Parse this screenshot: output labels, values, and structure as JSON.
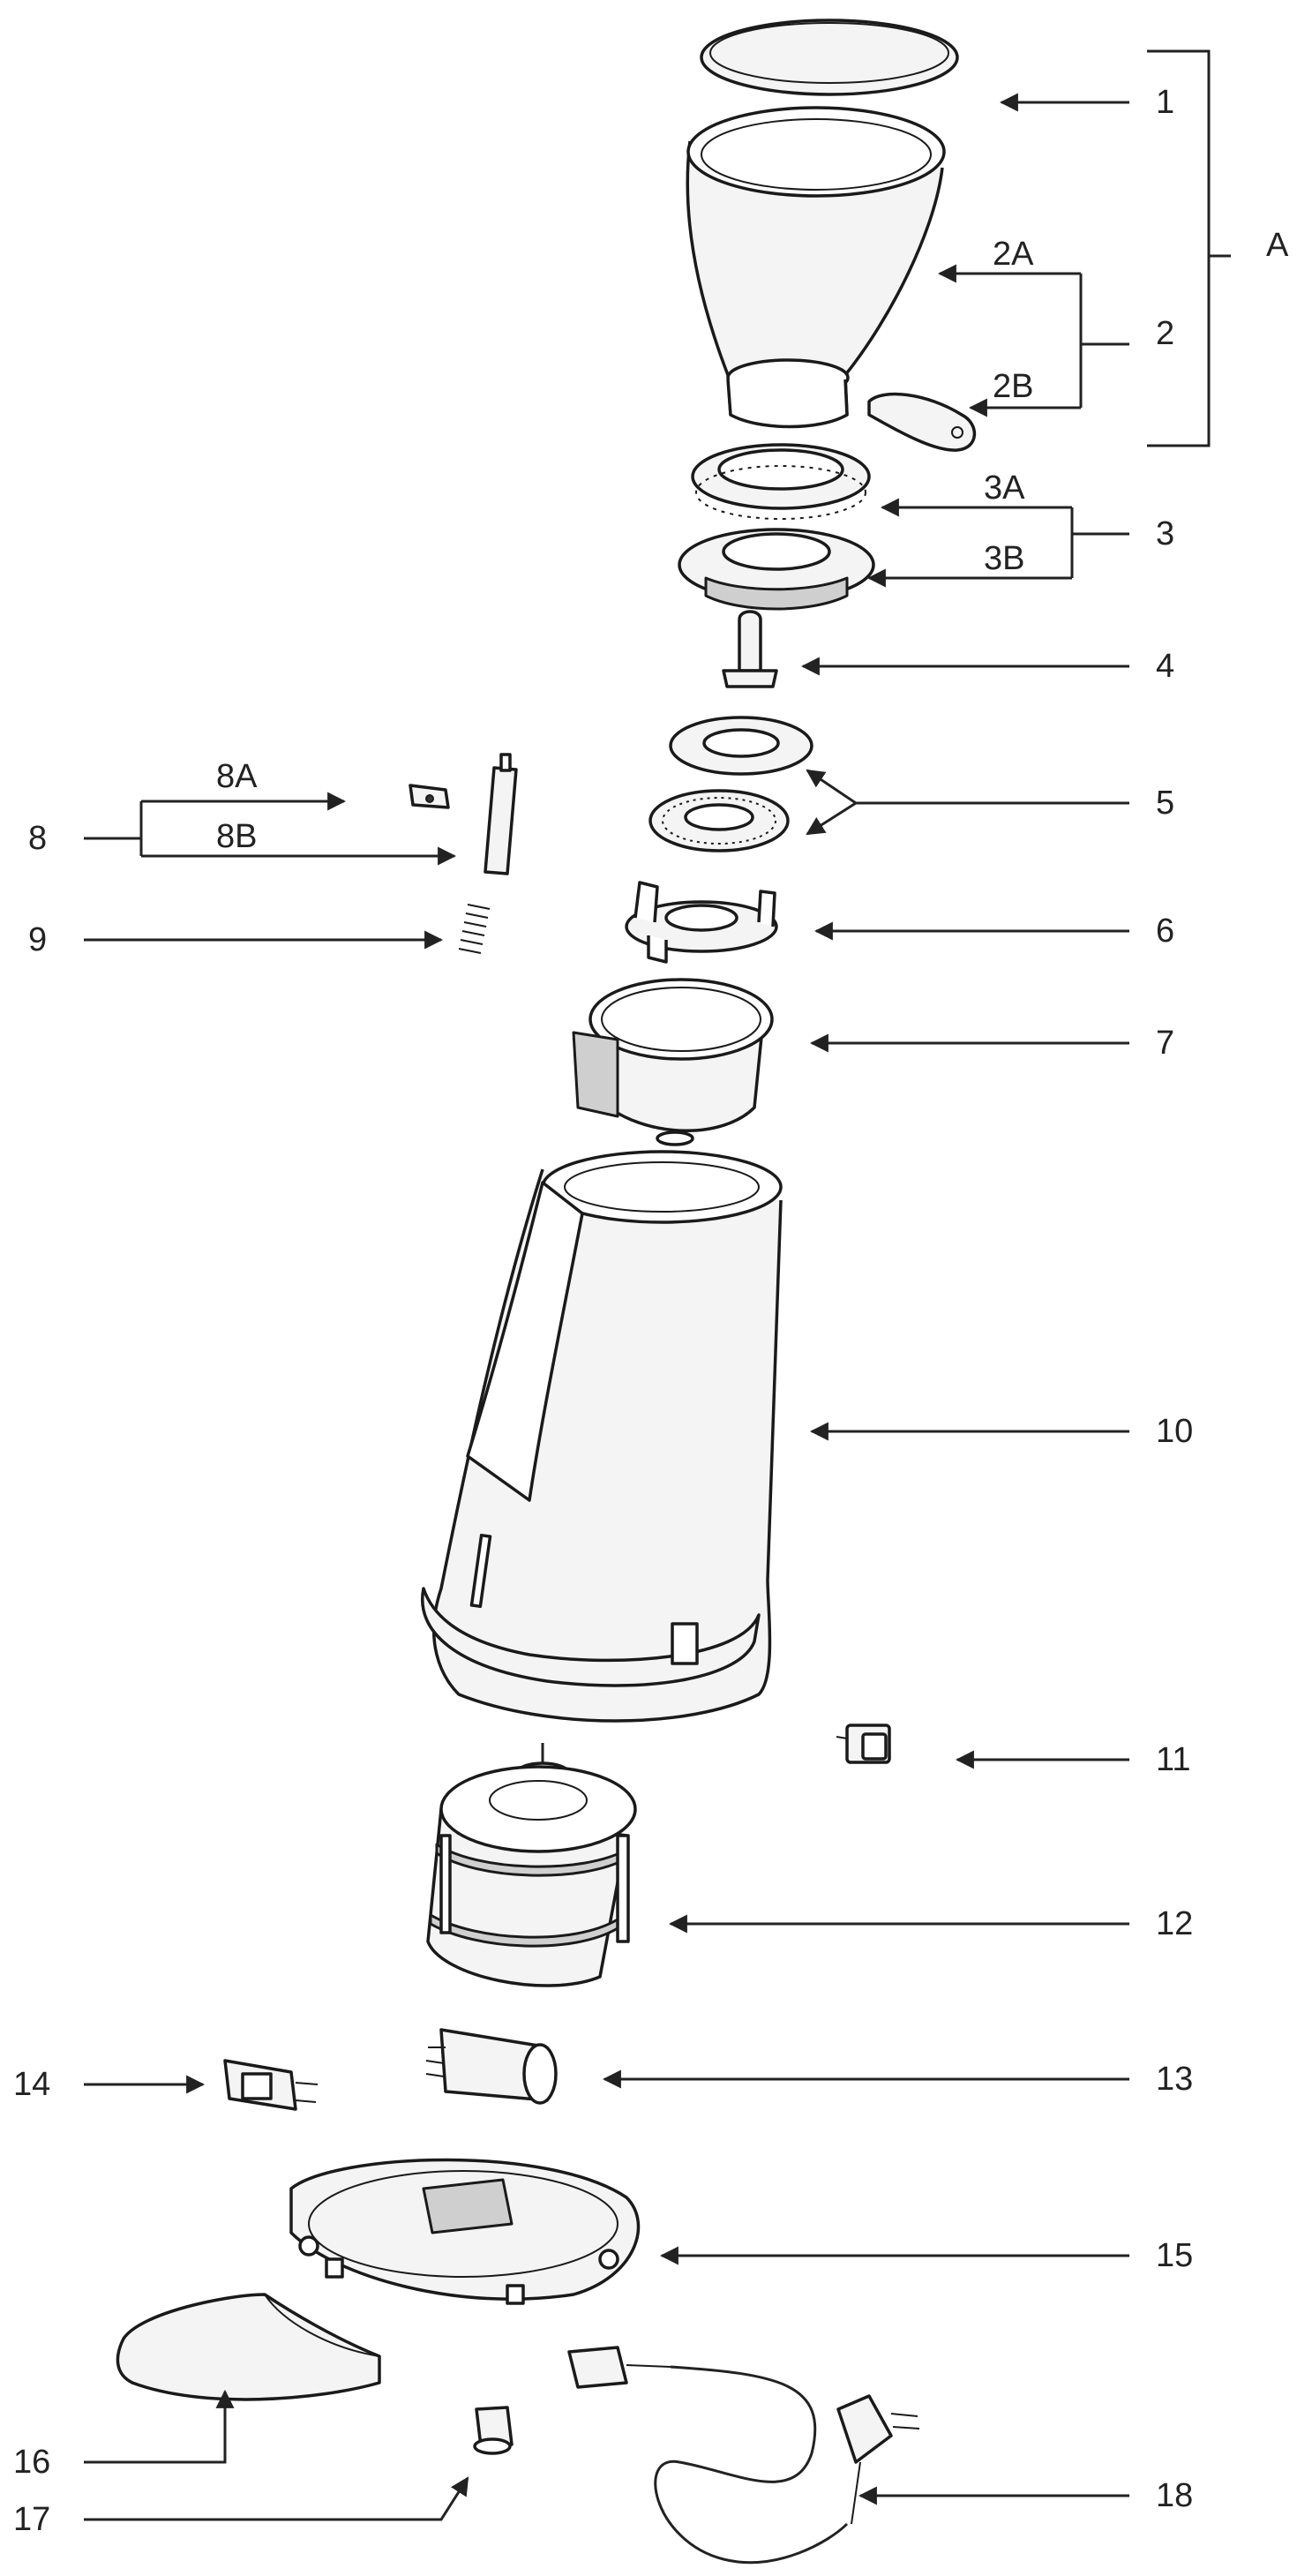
{
  "diagram": {
    "labels": {
      "l1": "1",
      "l2": "2",
      "l2A": "2A",
      "l2B": "2B",
      "lA": "A",
      "l3": "3",
      "l3A": "3A",
      "l3B": "3B",
      "l4": "4",
      "l5": "5",
      "l6": "6",
      "l7": "7",
      "l8": "8",
      "l8A": "8A",
      "l8B": "8B",
      "l9": "9",
      "l10": "10",
      "l11": "11",
      "l12": "12",
      "l13": "13",
      "l14": "14",
      "l15": "15",
      "l16": "16",
      "l17": "17",
      "l18": "18"
    }
  }
}
